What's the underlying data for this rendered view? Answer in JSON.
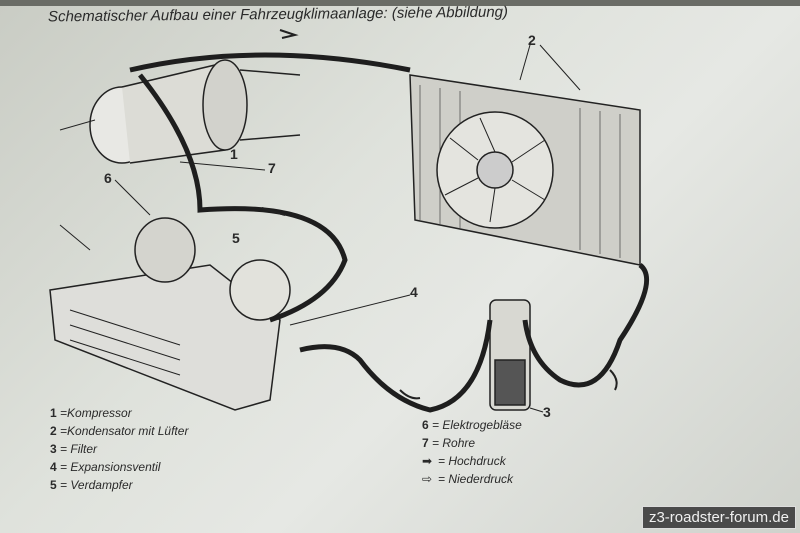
{
  "title": "Schematischer Aufbau einer Fahrzeugklimaanlage: (siehe Abbildung)",
  "callouts": {
    "c1": "1",
    "c2": "2",
    "c3": "3",
    "c4": "4",
    "c5": "5",
    "c6": "6",
    "c7": "7"
  },
  "legend_left": [
    {
      "num": "1",
      "text": "=Kompressor"
    },
    {
      "num": "2",
      "text": "=Kondensator mit Lüfter"
    },
    {
      "num": "3",
      "text": "= Filter"
    },
    {
      "num": "4",
      "text": "= Expansionsventil"
    },
    {
      "num": "5",
      "text": "= Verdampfer"
    }
  ],
  "legend_right": [
    {
      "num": "6",
      "text": "= Elektrogebläse"
    },
    {
      "num": "7",
      "text": "= Rohre"
    },
    {
      "icon": "➡",
      "text": "= Hochdruck"
    },
    {
      "icon": "⇨",
      "text": "= Niederdruck"
    }
  ],
  "watermark": "z3-roadster-forum.de"
}
